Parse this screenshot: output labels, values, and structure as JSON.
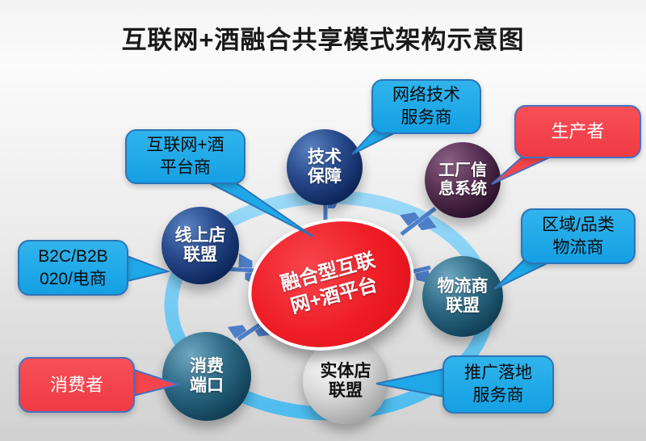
{
  "title": "互联网+酒融合共享模式架构示意图",
  "center": {
    "lines": [
      "融合型互联",
      "网+酒平台"
    ]
  },
  "nodes": [
    {
      "id": "tech-support",
      "lines": [
        "技术",
        "保障"
      ]
    },
    {
      "id": "factory-info-system",
      "lines": [
        "工厂信",
        "息系统"
      ]
    },
    {
      "id": "logistics-alliance",
      "lines": [
        "物流商",
        "联盟"
      ]
    },
    {
      "id": "physical-store-alliance",
      "lines": [
        "实体店",
        "联盟"
      ]
    },
    {
      "id": "consumer-port",
      "lines": [
        "消费",
        "端口"
      ]
    },
    {
      "id": "online-store-alliance",
      "lines": [
        "线上店",
        "联盟"
      ]
    }
  ],
  "callouts": [
    {
      "id": "internet-wine-platform",
      "lines": [
        "互联网+酒",
        "平台商"
      ]
    },
    {
      "id": "network-tech-provider",
      "lines": [
        "网络技术",
        "服务商"
      ]
    },
    {
      "id": "producer",
      "lines": [
        "生产者"
      ]
    },
    {
      "id": "region-category-logistics",
      "lines": [
        "区域/品类",
        "物流商"
      ]
    },
    {
      "id": "promotion-landing-provider",
      "lines": [
        "推广落地",
        "服务商"
      ]
    },
    {
      "id": "consumer",
      "lines": [
        "消费者"
      ]
    },
    {
      "id": "b2c-b2b-o2o",
      "lines": [
        "B2C/B2B",
        "020/电商"
      ]
    }
  ],
  "colors": {
    "cyan_box": "#1BA7E8",
    "cyan_box_border": "#2C74B8",
    "red_box": "#F4454D",
    "red_box_border": "#4472C4",
    "center_red": "#EE1C25",
    "ring_blue": "#5BC1F0",
    "arrow_blue": "#4D7EC8",
    "navy_node": "#0B2458",
    "plum_node": "#3A1736",
    "teal_node": "#0D3B52",
    "silver_node": "#C9C9C9",
    "title_color": "#191919"
  }
}
